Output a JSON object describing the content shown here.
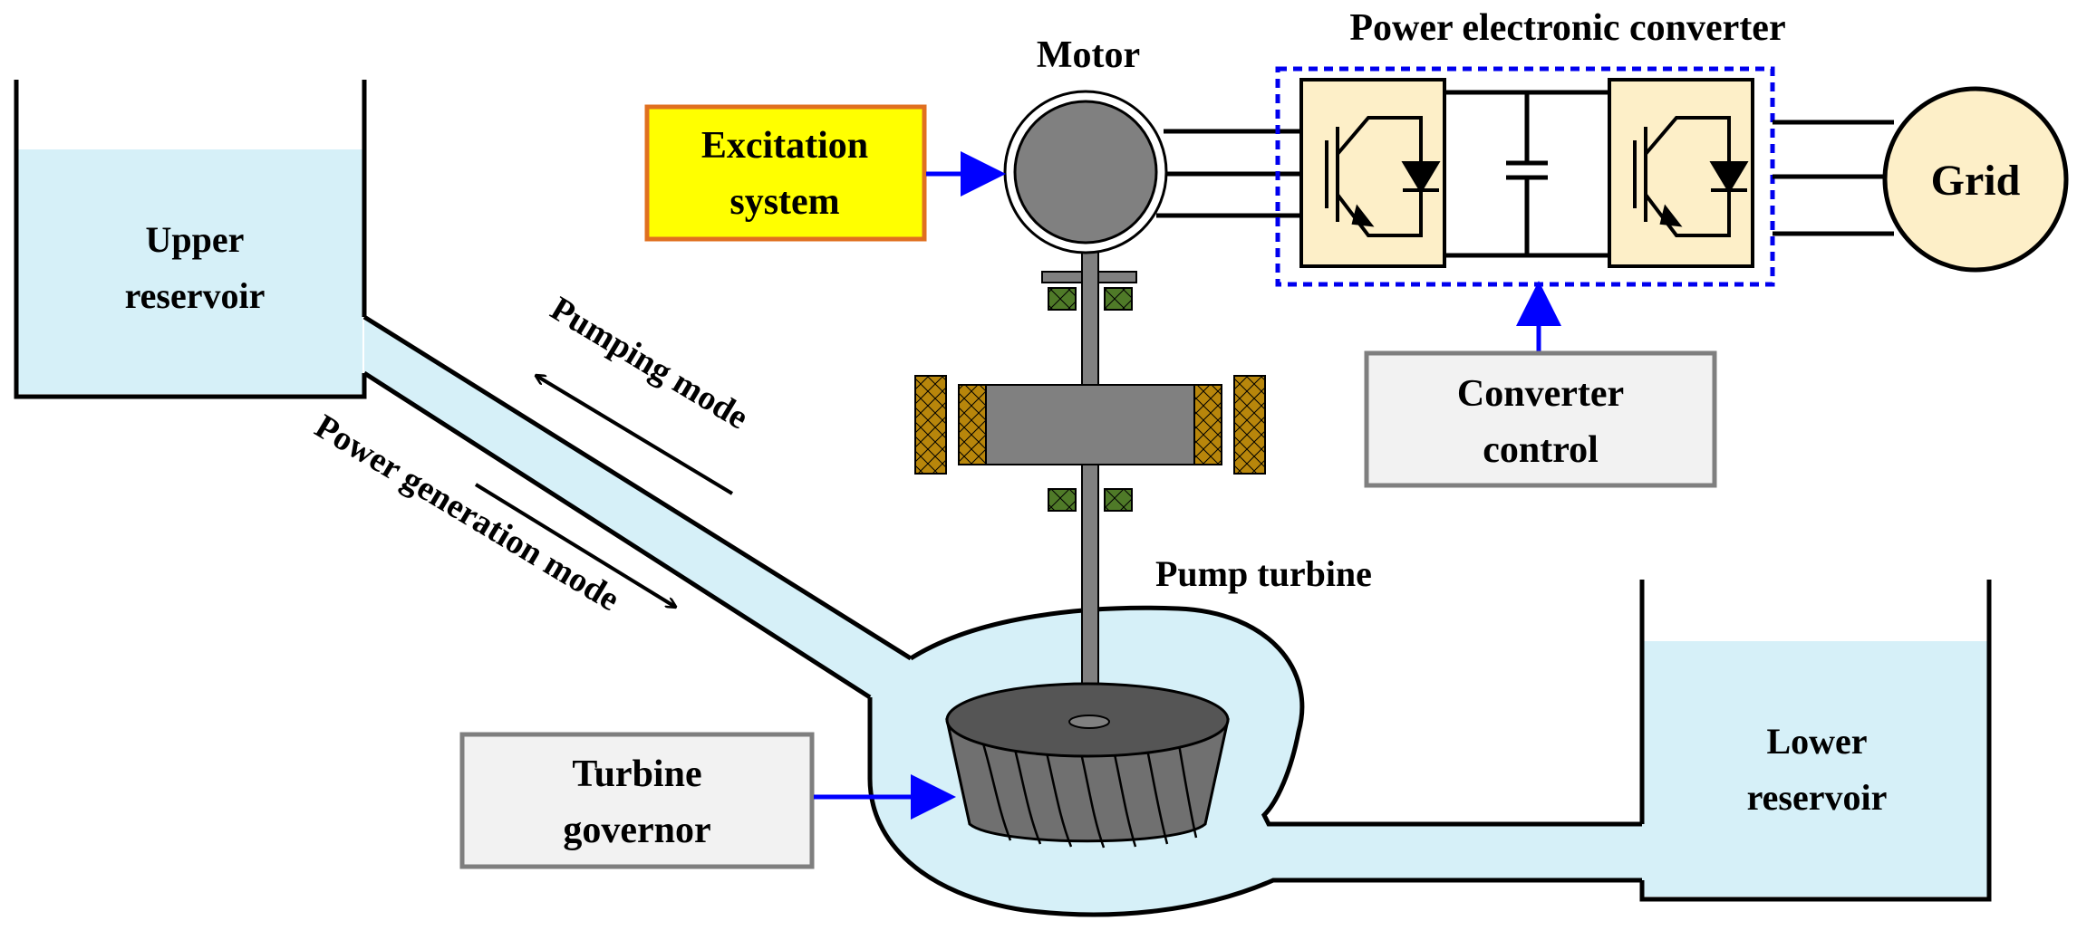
{
  "labels": {
    "upper_reservoir": [
      "Upper",
      "reservoir"
    ],
    "lower_reservoir": [
      "Lower",
      "reservoir"
    ],
    "motor": "Motor",
    "power_electronic_converter": "Power electronic converter",
    "excitation_system": [
      "Excitation",
      "system"
    ],
    "grid": "Grid",
    "converter_control": [
      "Converter",
      "control"
    ],
    "pump_turbine": "Pump turbine",
    "turbine_governor": [
      "Turbine",
      "governor"
    ],
    "pumping_mode": "Pumping mode",
    "power_generation_mode": "Power generation mode"
  },
  "colors": {
    "water": "#d6f0f8",
    "excitation_fill": "#ffff00",
    "excitation_border": "#e07020",
    "control_box_fill": "#f2f2f2",
    "control_box_border": "#7f7f7f",
    "converter_module_fill": "#fdefc8",
    "converter_dashed_border": "#0000ee",
    "grid_fill": "#fdefc8",
    "signal_arrow": "#0000ff",
    "motor_rotor": "#808080",
    "bearing": "#4f7a28",
    "stator_coil": "#b8860b"
  },
  "icons": {
    "converter_switch": "igbt-with-diode-icon",
    "dc_link": "capacitor-icon",
    "runner": "turbine-runner-icon"
  }
}
